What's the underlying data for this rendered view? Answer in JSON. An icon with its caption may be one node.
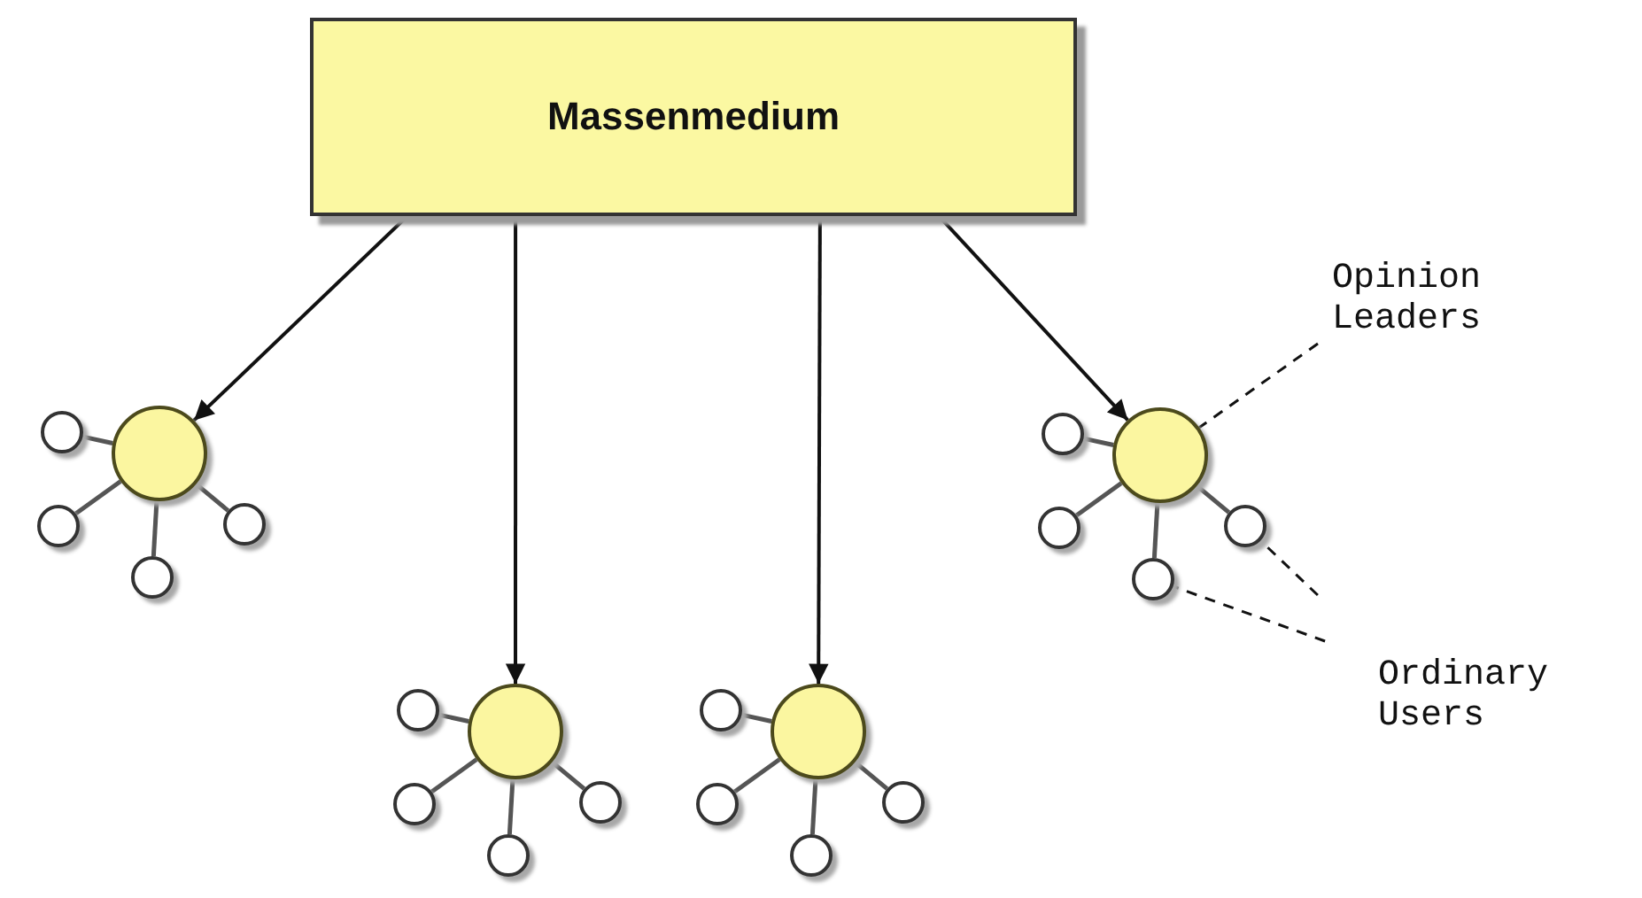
{
  "diagram": {
    "nodes": [
      {
        "text": [
          "Massenmedium"
        ]
      },
      {
        "text": [],
        "shape": "circle"
      },
      {
        "text": [],
        "shape": "circle"
      },
      {
        "text": [],
        "shape": "circle"
      },
      {
        "text": [],
        "shape": "circle"
      },
      {
        "text": [],
        "shape": "circle"
      },
      {
        "text": [],
        "shape": "circle"
      },
      {
        "text": [],
        "shape": "circle"
      },
      {
        "text": [],
        "shape": "circle"
      },
      {
        "text": [],
        "shape": "circle"
      },
      {
        "text": [],
        "shape": "circle"
      },
      {
        "text": [],
        "shape": "circle"
      },
      {
        "text": [],
        "shape": "circle"
      },
      {
        "text": [],
        "shape": "circle"
      },
      {
        "text": [],
        "shape": "circle"
      },
      {
        "text": [],
        "shape": "circle"
      },
      {
        "text": [],
        "shape": "circle"
      },
      {
        "text": [],
        "shape": "circle"
      },
      {
        "text": [],
        "shape": "circle"
      },
      {
        "text": [],
        "shape": "circle"
      },
      {
        "text": [],
        "shape": "circle"
      },
      {
        "text": [
          "Opinion Leaders"
        ]
      },
      {
        "text": [
          "Ordinary Users"
        ]
      }
    ],
    "edges": [
      {
        "from": 0,
        "to": 1,
        "arrow": "to"
      },
      {
        "from": 0,
        "to": 6,
        "arrow": "to"
      },
      {
        "from": 0,
        "to": 11,
        "arrow": "to"
      },
      {
        "from": 0,
        "to": 16,
        "arrow": "to"
      },
      {
        "from": 1,
        "to": 2,
        "arrow": "none"
      },
      {
        "from": 1,
        "to": 3,
        "arrow": "none"
      },
      {
        "from": 1,
        "to": 4,
        "arrow": "none"
      },
      {
        "from": 1,
        "to": 5,
        "arrow": "none"
      },
      {
        "from": 6,
        "to": 7,
        "arrow": "none"
      },
      {
        "from": 6,
        "to": 8,
        "arrow": "none"
      },
      {
        "from": 6,
        "to": 9,
        "arrow": "none"
      },
      {
        "from": 6,
        "to": 10,
        "arrow": "none"
      },
      {
        "from": 11,
        "to": 12,
        "arrow": "none"
      },
      {
        "from": 11,
        "to": 13,
        "arrow": "none"
      },
      {
        "from": 11,
        "to": 14,
        "arrow": "none"
      },
      {
        "from": 11,
        "to": 15,
        "arrow": "none"
      },
      {
        "from": 16,
        "to": 17,
        "arrow": "none"
      },
      {
        "from": 16,
        "to": 18,
        "arrow": "none"
      },
      {
        "from": 16,
        "to": 19,
        "arrow": "none"
      },
      {
        "from": 16,
        "to": 20,
        "arrow": "none"
      },
      {
        "from": 21,
        "to": 16,
        "arrow": "none",
        "style": "dashed"
      },
      {
        "from": 22,
        "to": 19,
        "arrow": "none",
        "style": "dashed"
      },
      {
        "from": 22,
        "to": 20,
        "arrow": "none",
        "style": "dashed"
      }
    ]
  }
}
